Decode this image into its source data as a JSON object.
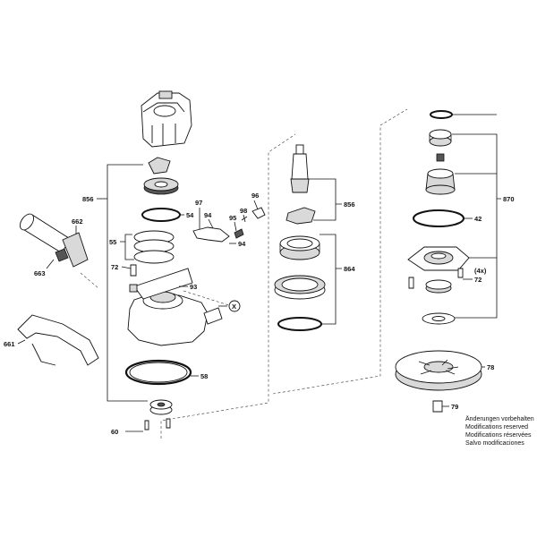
{
  "callouts": {
    "c856a": "856",
    "c662": "662",
    "c663": "663",
    "c661": "661",
    "c97": "97",
    "c96": "96",
    "c54": "54",
    "c94a": "94",
    "c95": "95",
    "c98": "98",
    "c94b": "94",
    "c55": "55",
    "c72a": "72",
    "c93": "93",
    "cX": "X",
    "c58": "58",
    "c60": "60",
    "c856b": "856",
    "c864": "864",
    "c870": "870",
    "c42": "42",
    "c4x": "(4x)",
    "c72b": "72",
    "c78": "78",
    "c79": "79"
  },
  "notes": {
    "line1": "Änderungen vorbehalten",
    "line2": "Modifications reserved",
    "line3": "Modifications réservées",
    "line4": "Salvo modificaciones"
  }
}
